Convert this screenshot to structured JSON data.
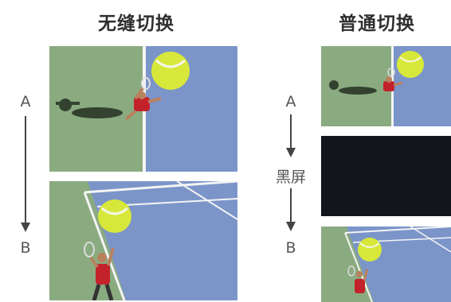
{
  "left": {
    "title": "无缝切换",
    "start_label": "A",
    "end_label": "B"
  },
  "right": {
    "title": "普通切换",
    "start_label": "A",
    "middle_label": "黑屏",
    "end_label": "B"
  },
  "colors": {
    "court_blue": "#7b95c9",
    "court_green": "#8aab80",
    "line": "#f4f4f4",
    "ball": "#d8e83a",
    "shirt": "#c4222a",
    "black_screen": "#12151b",
    "arrow": "#444444"
  }
}
